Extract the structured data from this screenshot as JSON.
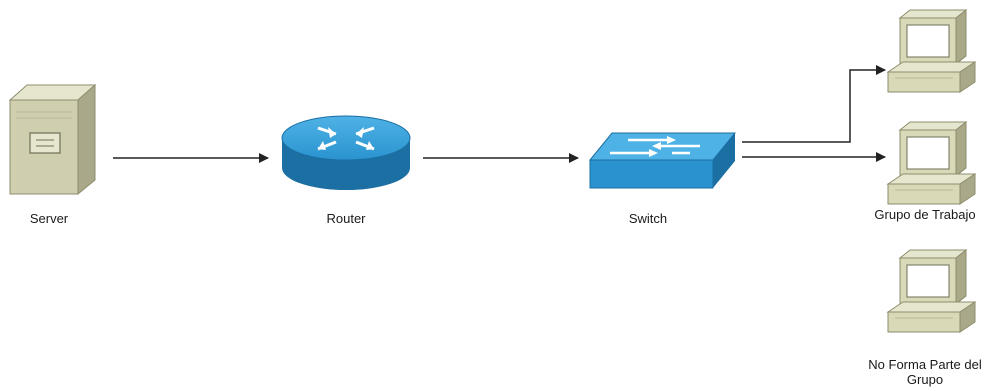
{
  "nodes": {
    "server": {
      "label": "Server"
    },
    "router": {
      "label": "Router"
    },
    "switch": {
      "label": "Switch"
    },
    "workgroup": {
      "label": "Grupo de Trabajo"
    },
    "outside": {
      "label_line1": "No Forma Parte del",
      "label_line2": "Grupo"
    }
  },
  "colors": {
    "device_blue": "#2a93cf",
    "device_blue_dark": "#1b6fa3",
    "pc_beige": "#d9d9b8",
    "pc_dark": "#8d8d6e",
    "server_beige": "#cfcfb0",
    "line": "#222222"
  }
}
